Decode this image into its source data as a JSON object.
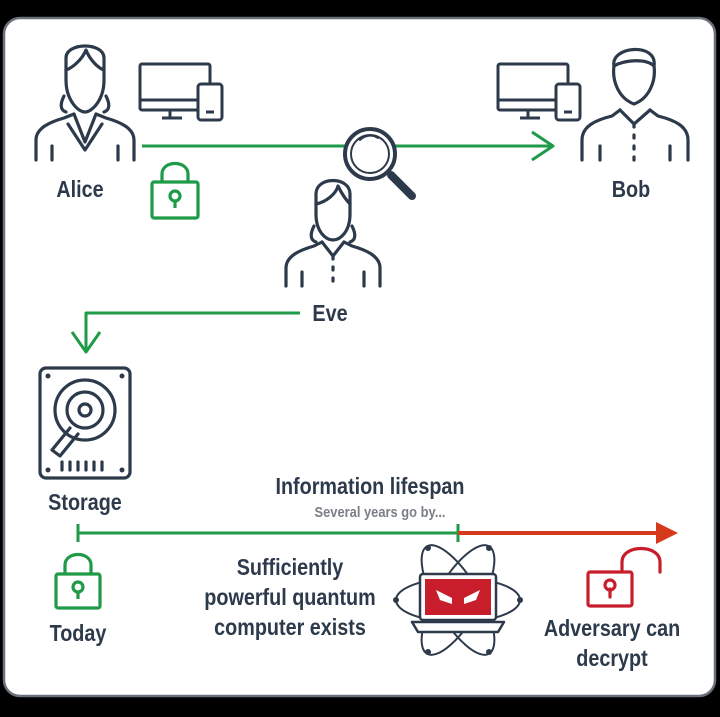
{
  "people": {
    "alice": "Alice",
    "bob": "Bob",
    "eve": "Eve"
  },
  "storage_label": "Storage",
  "timeline": {
    "title": "Information lifespan",
    "subtitle": "Several years go by...",
    "today": "Today",
    "quantum_line1": "Sufficiently",
    "quantum_line2": "powerful quantum",
    "quantum_line3": "computer exists",
    "adversary_line1": "Adversary can",
    "adversary_line2": "decrypt"
  },
  "colors": {
    "green": "#1f9a48",
    "red": "#d63a1a",
    "lock_red": "#c81e2b",
    "ink": "#2d3a4b",
    "frame": "#6b717a"
  },
  "icons": [
    "user-icon",
    "devices-icon",
    "lock-icon",
    "magnifier-icon",
    "hard-drive-icon",
    "quantum-computer-icon",
    "unlocked-icon"
  ]
}
